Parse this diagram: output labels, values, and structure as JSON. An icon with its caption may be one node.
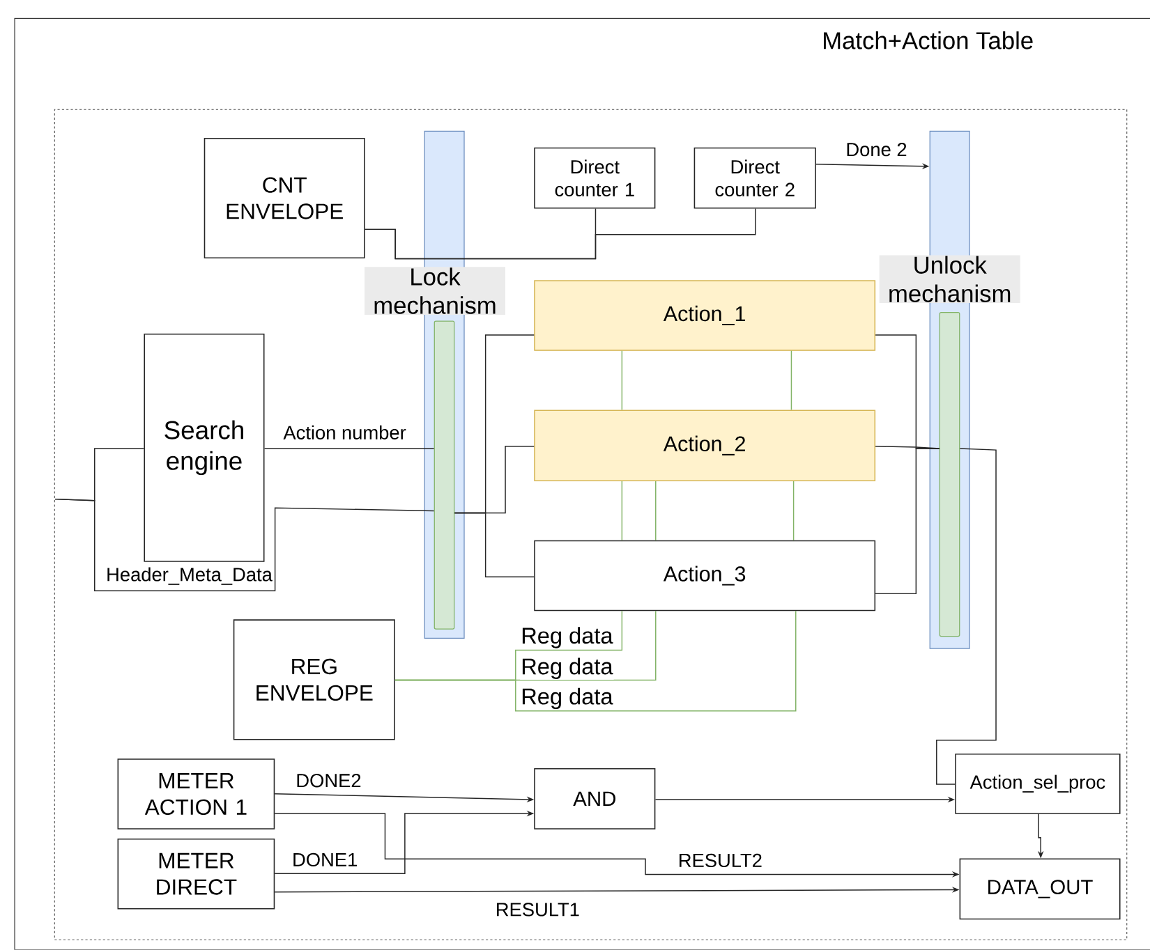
{
  "diagram": {
    "title": "Match+Action Table",
    "nodes": [
      {
        "text": [],
        "shape": "box"
      },
      {
        "text": [],
        "shape": "box",
        "in": 0
      },
      {
        "text": [
          "CNT ENVELOPE"
        ],
        "in": 1
      },
      {
        "text": [
          "Direct counter 1"
        ],
        "in": 1
      },
      {
        "text": [
          "Direct counter 2"
        ],
        "in": 1
      },
      {
        "text": [
          "Lock mechanism"
        ],
        "in": 1
      },
      {
        "text": [],
        "shape": "bar",
        "in": 5
      },
      {
        "text": [
          "Unlock mechanism"
        ],
        "in": 1
      },
      {
        "text": [],
        "shape": "bar",
        "in": 7
      },
      {
        "text": [
          "Action_1"
        ],
        "in": 1
      },
      {
        "text": [
          "Action_2"
        ],
        "in": 1
      },
      {
        "text": [
          "Action_3"
        ],
        "in": 1
      },
      {
        "text": [
          "Search engine"
        ],
        "in": 1
      },
      {
        "text": [
          "REG ENVELOPE"
        ],
        "in": 1
      },
      {
        "text": [
          "METER ACTION 1"
        ],
        "in": 1
      },
      {
        "text": [
          "METER DIRECT"
        ],
        "in": 1
      },
      {
        "text": [
          "AND"
        ],
        "in": 1
      },
      {
        "text": [
          "Action_sel_proc"
        ],
        "in": 1
      },
      {
        "text": [
          "DATA_OUT"
        ],
        "in": 1
      }
    ],
    "edges": [
      {
        "from": null,
        "to": 12,
        "arrow": "none"
      },
      {
        "from": null,
        "to": 6,
        "arrow": "none",
        "label": "Header_Meta_Data"
      },
      {
        "from": 12,
        "to": 6,
        "arrow": "none",
        "label": "Action number"
      },
      {
        "from": 6,
        "to": 9,
        "arrow": "none"
      },
      {
        "from": 6,
        "to": 10,
        "arrow": "none"
      },
      {
        "from": 6,
        "to": 11,
        "arrow": "none"
      },
      {
        "from": 9,
        "to": 8,
        "arrow": "none"
      },
      {
        "from": 10,
        "to": 8,
        "arrow": "none"
      },
      {
        "from": 11,
        "to": 8,
        "arrow": "none"
      },
      {
        "from": 8,
        "to": 17,
        "arrow": "none"
      },
      {
        "from": 2,
        "to": 3,
        "arrow": "none"
      },
      {
        "from": 2,
        "to": 4,
        "arrow": "none"
      },
      {
        "from": 4,
        "to": 7,
        "arrow": "to",
        "label": "Done 2"
      },
      {
        "from": 9,
        "to": 10,
        "arrow": "none",
        "color": "#82b366"
      },
      {
        "from": 9,
        "to": 10,
        "arrow": "none",
        "color": "#82b366"
      },
      {
        "from": 10,
        "to": 11,
        "arrow": "none",
        "color": "#82b366"
      },
      {
        "from": 10,
        "to": 11,
        "arrow": "none",
        "color": "#82b366"
      },
      {
        "from": 10,
        "to": 11,
        "arrow": "none",
        "color": "#82b366"
      },
      {
        "from": 13,
        "to": 11,
        "arrow": "none",
        "label": "Reg data",
        "color": "#82b366"
      },
      {
        "from": 13,
        "to": 11,
        "arrow": "none",
        "label": "Reg data",
        "color": "#82b366"
      },
      {
        "from": 13,
        "to": 11,
        "arrow": "none",
        "label": "Reg data",
        "color": "#82b366"
      },
      {
        "from": 14,
        "to": 16,
        "arrow": "to",
        "label": "DONE2"
      },
      {
        "from": 14,
        "to": 18,
        "arrow": "to",
        "label": "RESULT2"
      },
      {
        "from": 15,
        "to": 16,
        "arrow": "to",
        "label": "DONE1"
      },
      {
        "from": 15,
        "to": 18,
        "arrow": "to",
        "label": "RESULT1"
      },
      {
        "from": 16,
        "to": 17,
        "arrow": "to"
      },
      {
        "from": 17,
        "to": 18,
        "arrow": "to"
      }
    ]
  }
}
